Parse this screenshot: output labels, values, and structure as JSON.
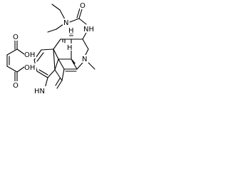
{
  "structure": {
    "labels": {
      "n_amine": "N",
      "o_carbonyl": "O",
      "nh_urea": "NH",
      "n_piperidine": "N",
      "nh_indole": "HN",
      "h_top": "H",
      "h_bottom": "H",
      "oh_top": "OH",
      "oh_bottom": "OH",
      "o_acid_top": "O",
      "o_acid_bottom": "O"
    }
  },
  "colors": {
    "bond": "#000000",
    "background": "#ffffff"
  }
}
